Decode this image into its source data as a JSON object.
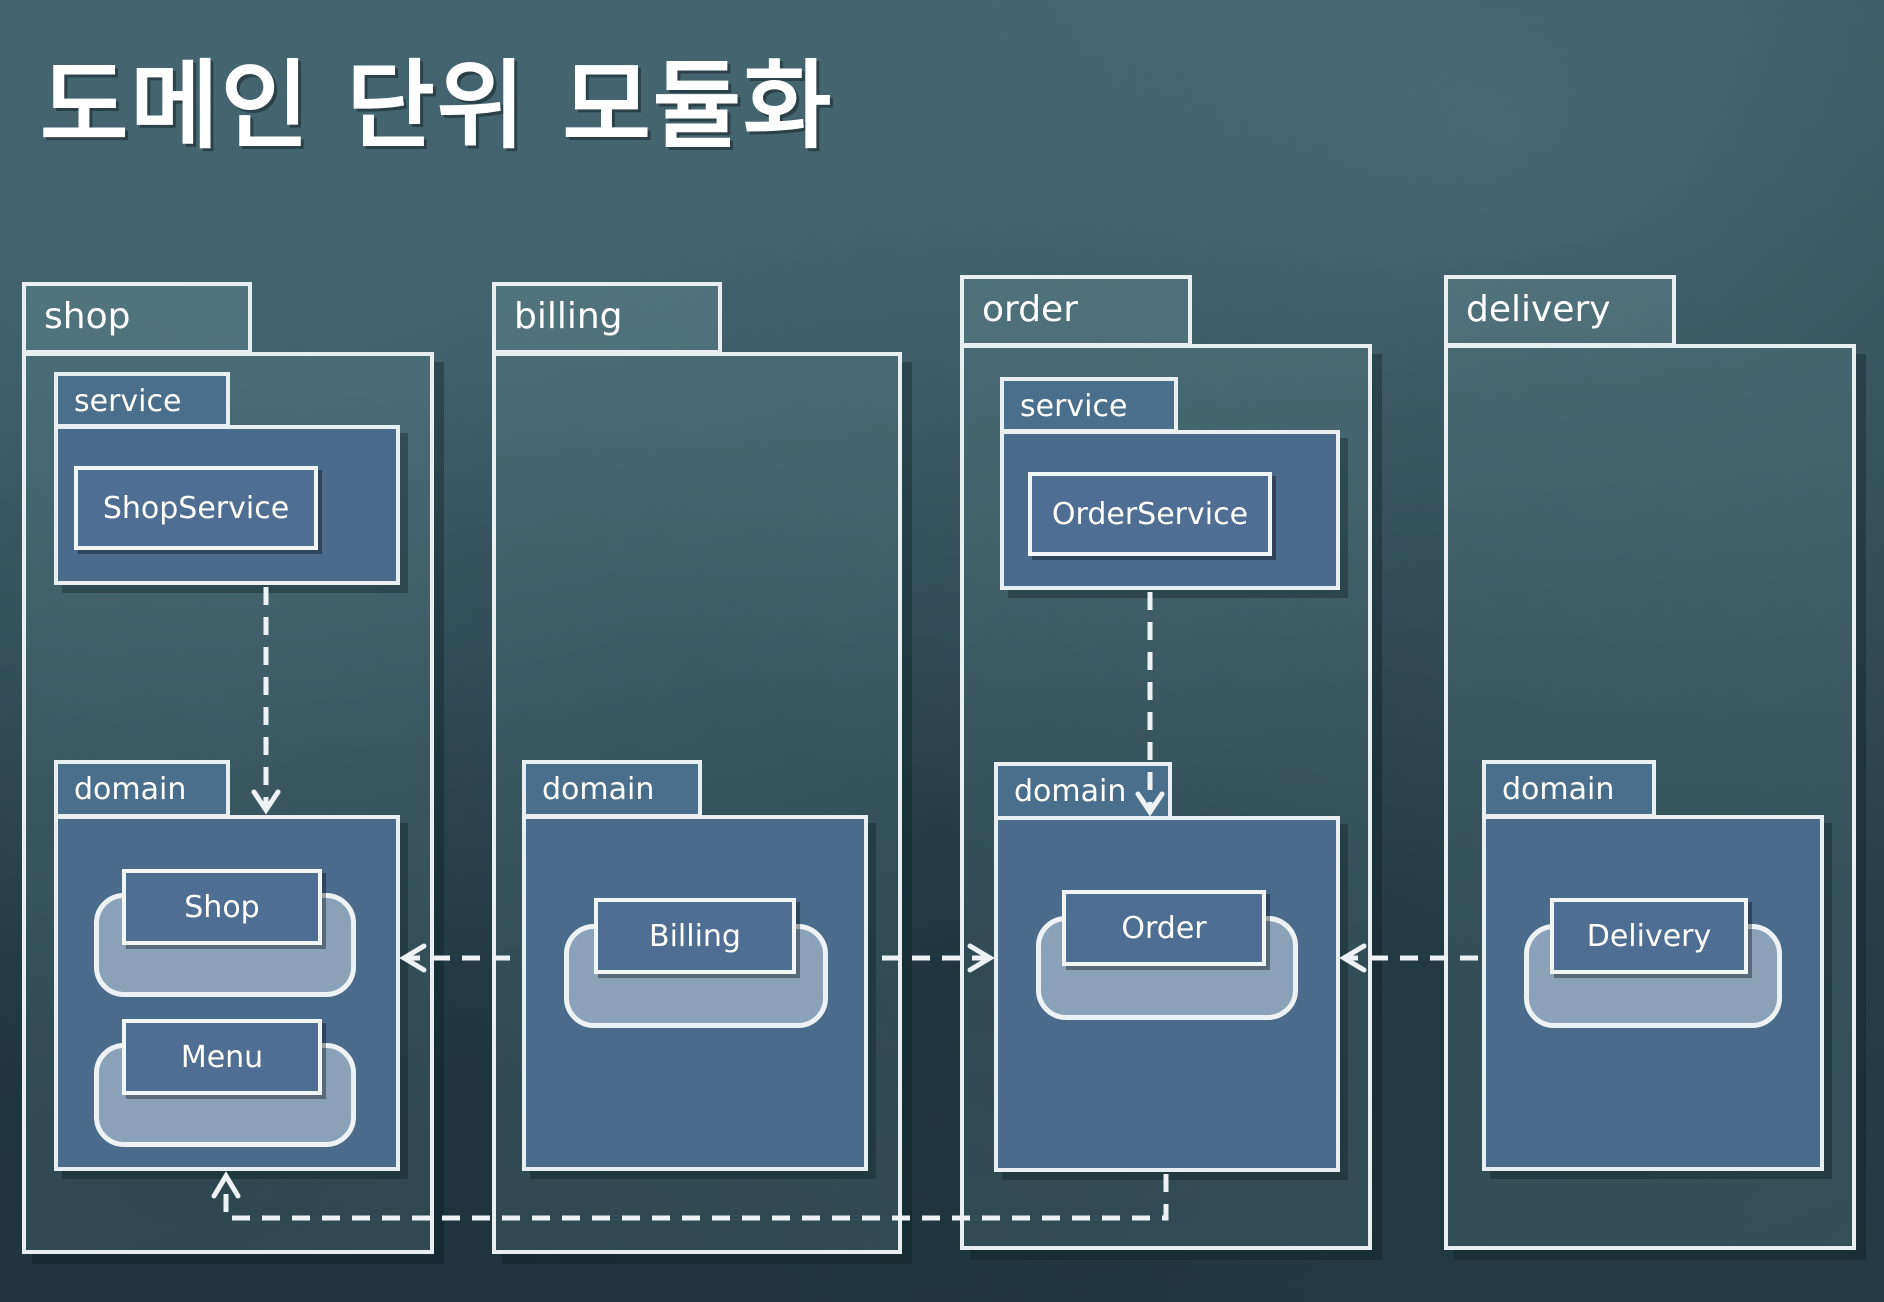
{
  "title": "도메인 단위 모듈화",
  "packages": {
    "shop": {
      "name": "shop",
      "service": {
        "label": "service",
        "class": "ShopService"
      },
      "domain": {
        "label": "domain",
        "entities": [
          "Shop",
          "Menu"
        ]
      }
    },
    "billing": {
      "name": "billing",
      "domain": {
        "label": "domain",
        "entities": [
          "Billing"
        ]
      }
    },
    "order": {
      "name": "order",
      "service": {
        "label": "service",
        "class": "OrderService"
      },
      "domain": {
        "label": "domain",
        "entities": [
          "Order"
        ]
      }
    },
    "delivery": {
      "name": "delivery",
      "domain": {
        "label": "domain",
        "entities": [
          "Delivery"
        ]
      }
    }
  },
  "colors": {
    "line": "#eef2f4",
    "sub_package_fill": "#4a6b8c",
    "class_fill": "#4e6f93",
    "entity_wrap_fill": "#8aa1b8"
  }
}
